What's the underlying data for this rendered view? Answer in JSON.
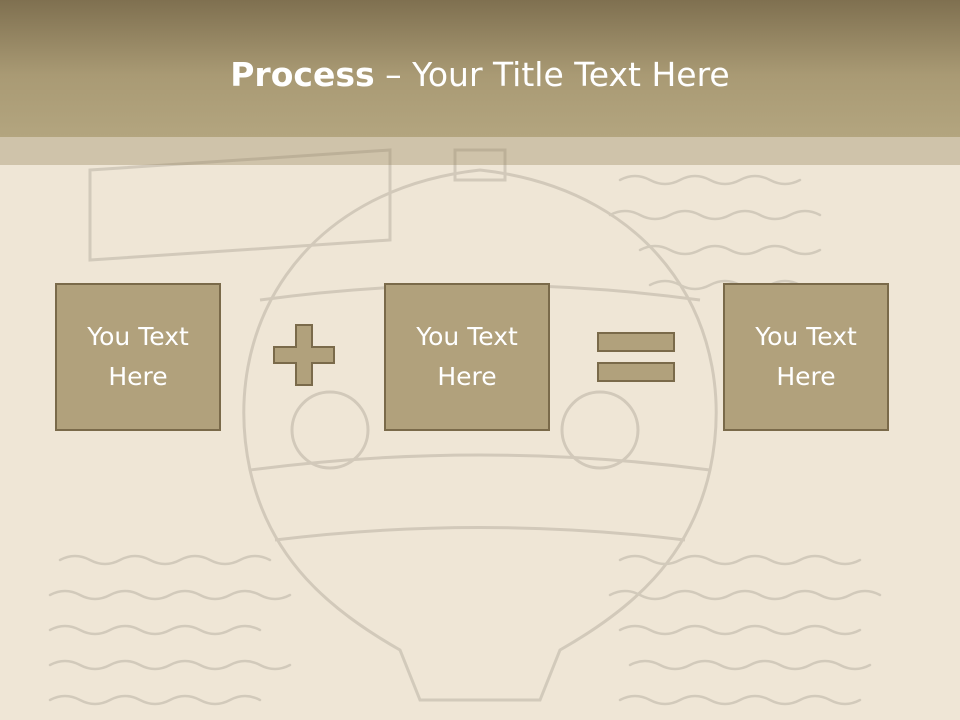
{
  "slide": {
    "title_bold": "Process",
    "title_rest": " – Your Title Text Here",
    "boxes": [
      {
        "label": "You Text\nHere"
      },
      {
        "label": "You Text\nHere"
      },
      {
        "label": "You Text\nHere"
      }
    ],
    "operators": [
      "plus-icon",
      "equals-icon"
    ]
  },
  "colors": {
    "background": "#efe6d6",
    "title_bar": "#a99a74",
    "box_fill": "#b1a17c",
    "box_border": "#7a6a4a",
    "title_text": "#ffffff"
  }
}
